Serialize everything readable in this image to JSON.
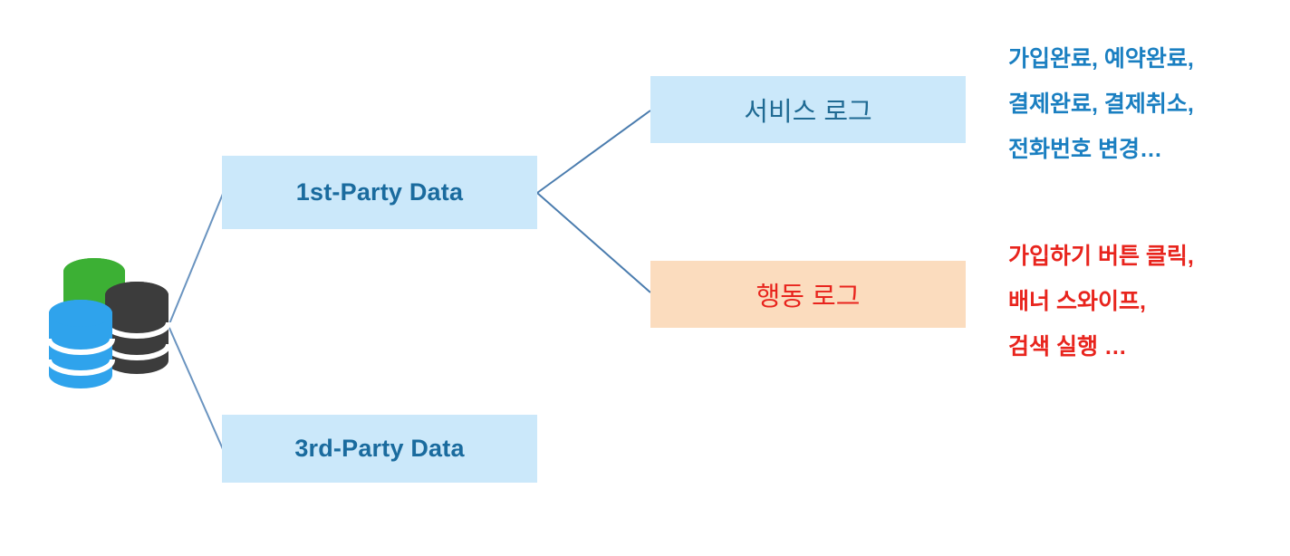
{
  "diagram": {
    "type": "data-source-flow",
    "colors": {
      "box_blue": "#cbe8fa",
      "box_orange": "#fbdcbe",
      "text_blue_dark": "#1a6b9e",
      "text_blue": "#1a7fc1",
      "text_red": "#e8241d",
      "connector": "#6a94c0",
      "db_green": "#3cb034",
      "db_blue": "#2fa3ec",
      "db_dark": "#3c3c3c"
    },
    "source": {
      "icon": "database-stack-icon",
      "cylinders": [
        "green",
        "dark-gray",
        "blue"
      ]
    },
    "nodes": [
      {
        "id": "first-party",
        "label": "1st-Party Data",
        "style": "blue"
      },
      {
        "id": "third-party",
        "label": "3rd-Party Data",
        "style": "blue"
      },
      {
        "id": "service-log",
        "label": "서비스 로그",
        "style": "blue"
      },
      {
        "id": "behavior-log",
        "label": "행동 로그",
        "style": "orange"
      }
    ],
    "annotations": [
      {
        "id": "service-log-examples",
        "style": "blue",
        "lines": [
          "가입완료, 예약완료,",
          "결제완료, 결제취소,",
          "전화번호 변경…"
        ]
      },
      {
        "id": "behavior-log-examples",
        "style": "red",
        "lines": [
          "가입하기 버튼 클릭,",
          "배너 스와이프,",
          "검색 실행 …"
        ]
      }
    ]
  }
}
